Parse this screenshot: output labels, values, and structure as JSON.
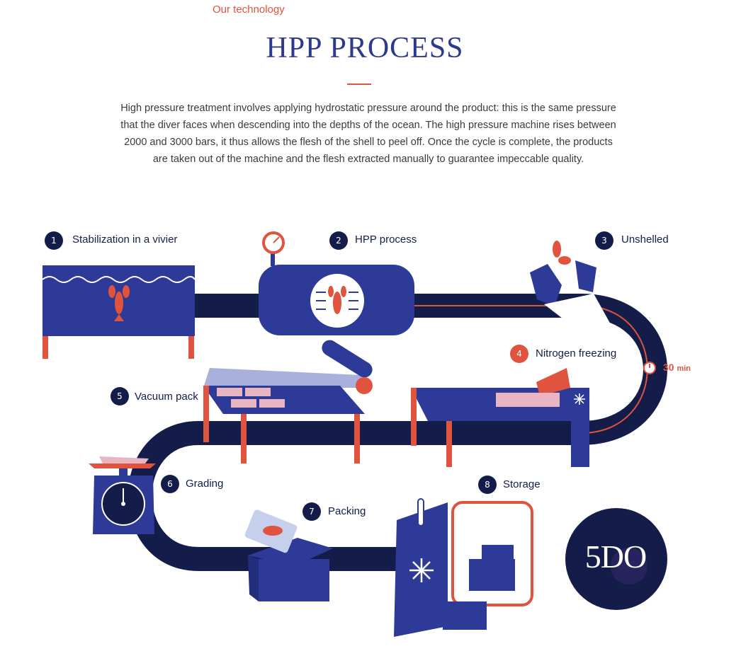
{
  "header": {
    "eyebrow": "Our technology",
    "title": "HPP PROCESS",
    "intro": "High pressure treatment involves applying hydrostatic pressure around the product: this is the same pressure that the diver faces when descending into the depths of the ocean. The high pressure machine rises between 2000 and 3000 bars, it thus allows the flesh of the shell to peel off. Once the cycle is complete, the products are taken out of the machine and the flesh extracted manually to guarantee impeccable quality."
  },
  "steps": [
    {
      "number": "1",
      "label": "Stabilization in a vivier"
    },
    {
      "number": "2",
      "label": "HPP process"
    },
    {
      "number": "3",
      "label": "Unshelled"
    },
    {
      "number": "4",
      "label": "Nitrogen freezing"
    },
    {
      "number": "5",
      "label": "Vacuum pack"
    },
    {
      "number": "6",
      "label": "Grading"
    },
    {
      "number": "7",
      "label": "Packing"
    },
    {
      "number": "8",
      "label": "Storage"
    }
  ],
  "timer": {
    "value": "30",
    "unit": "min"
  },
  "logo": {
    "text": "5DO"
  },
  "colors": {
    "navy": "#141d4a",
    "royal_blue": "#2e3a97",
    "accent_red": "#e0533e",
    "light_blue": "#a9b0dc"
  }
}
